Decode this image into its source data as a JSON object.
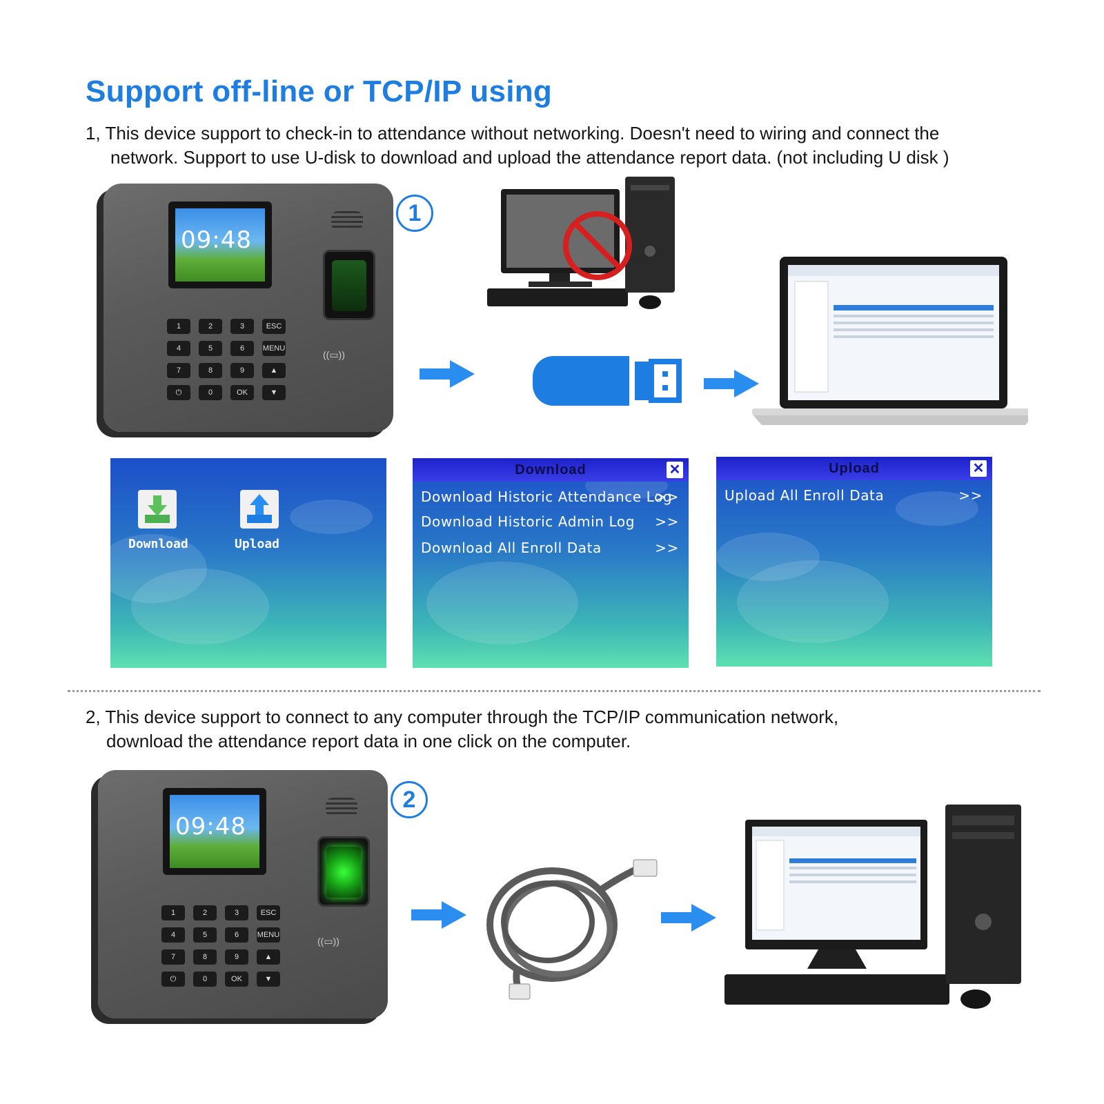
{
  "header": {
    "title": "Support off-line or TCP/IP using"
  },
  "section1": {
    "line1": "1, This device support to check-in to attendance without networking. Doesn't need to wiring and connect the",
    "line2": "network. Support to use U-disk to download and upload the attendance report data. (not including U disk )",
    "badge": "1"
  },
  "section2": {
    "line1": "2, This device support to connect to any computer through the TCP/IP communication network,",
    "line2": "download the attendance report data in one click on the computer.",
    "badge": "2"
  },
  "device": {
    "time": "09:48",
    "keys": [
      "1",
      "2",
      "3",
      "ESC",
      "4",
      "5",
      "6",
      "MENU",
      "7",
      "8",
      "9",
      "▲",
      "⏻",
      "0",
      "OK",
      "▼"
    ]
  },
  "screens": {
    "main": {
      "download_label": "Download",
      "upload_label": "Upload"
    },
    "download": {
      "title": "Download",
      "items": [
        {
          "label": "Download Historic Attendance Log",
          "chevron": ">>"
        },
        {
          "label": "Download Historic Admin Log",
          "chevron": ">>"
        },
        {
          "label": "Download All Enroll Data",
          "chevron": ">>"
        }
      ]
    },
    "upload": {
      "title": "Upload",
      "items": [
        {
          "label": "Upload All Enroll Data",
          "chevron": ">>"
        }
      ]
    }
  },
  "colors": {
    "accent": "#1e7de0",
    "arrow": "#2a8ef0",
    "usb": "#1e7de0",
    "no_sign": "#d62020"
  }
}
